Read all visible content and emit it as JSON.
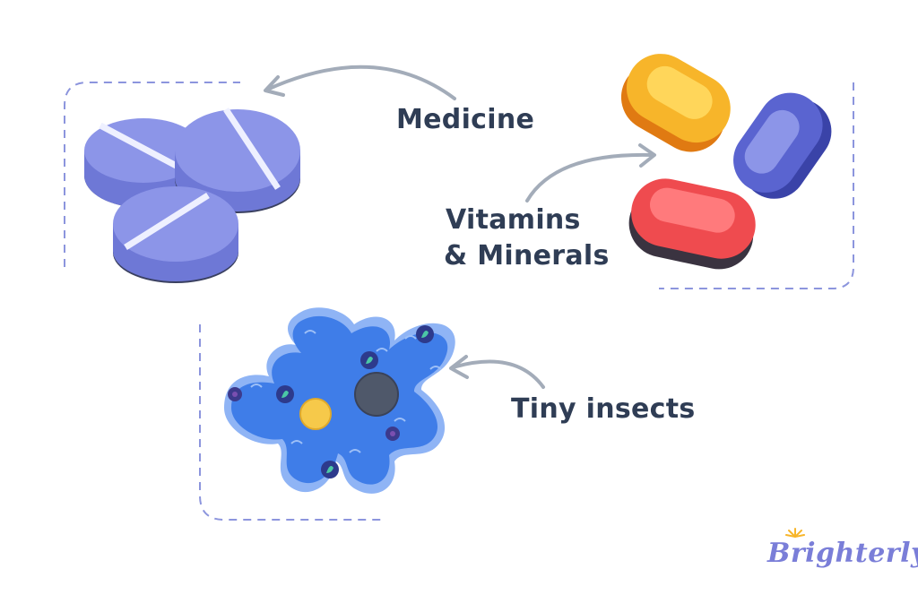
{
  "labels": {
    "medicine": "Medicine",
    "vitamins_line1": "Vitamins",
    "vitamins_line2": "& Minerals",
    "insects": "Tiny insects"
  },
  "brand": {
    "name": "Brighterly"
  },
  "colors": {
    "text": "#2f3d55",
    "dashed_border": "#8c95dd",
    "arrow": "#a3acb9",
    "tablet": "#8c95e8",
    "tablet_side": "#6e78d6",
    "pill_yellow": "#f7b52a",
    "pill_red": "#ef4b4f",
    "pill_blue": "#5a64d0",
    "amoeba": "#4b86ec",
    "brand": "#7a7ed8"
  },
  "icons": [
    "tablets-icon",
    "capsules-icon",
    "amoeba-icon",
    "brand-sun-icon"
  ]
}
